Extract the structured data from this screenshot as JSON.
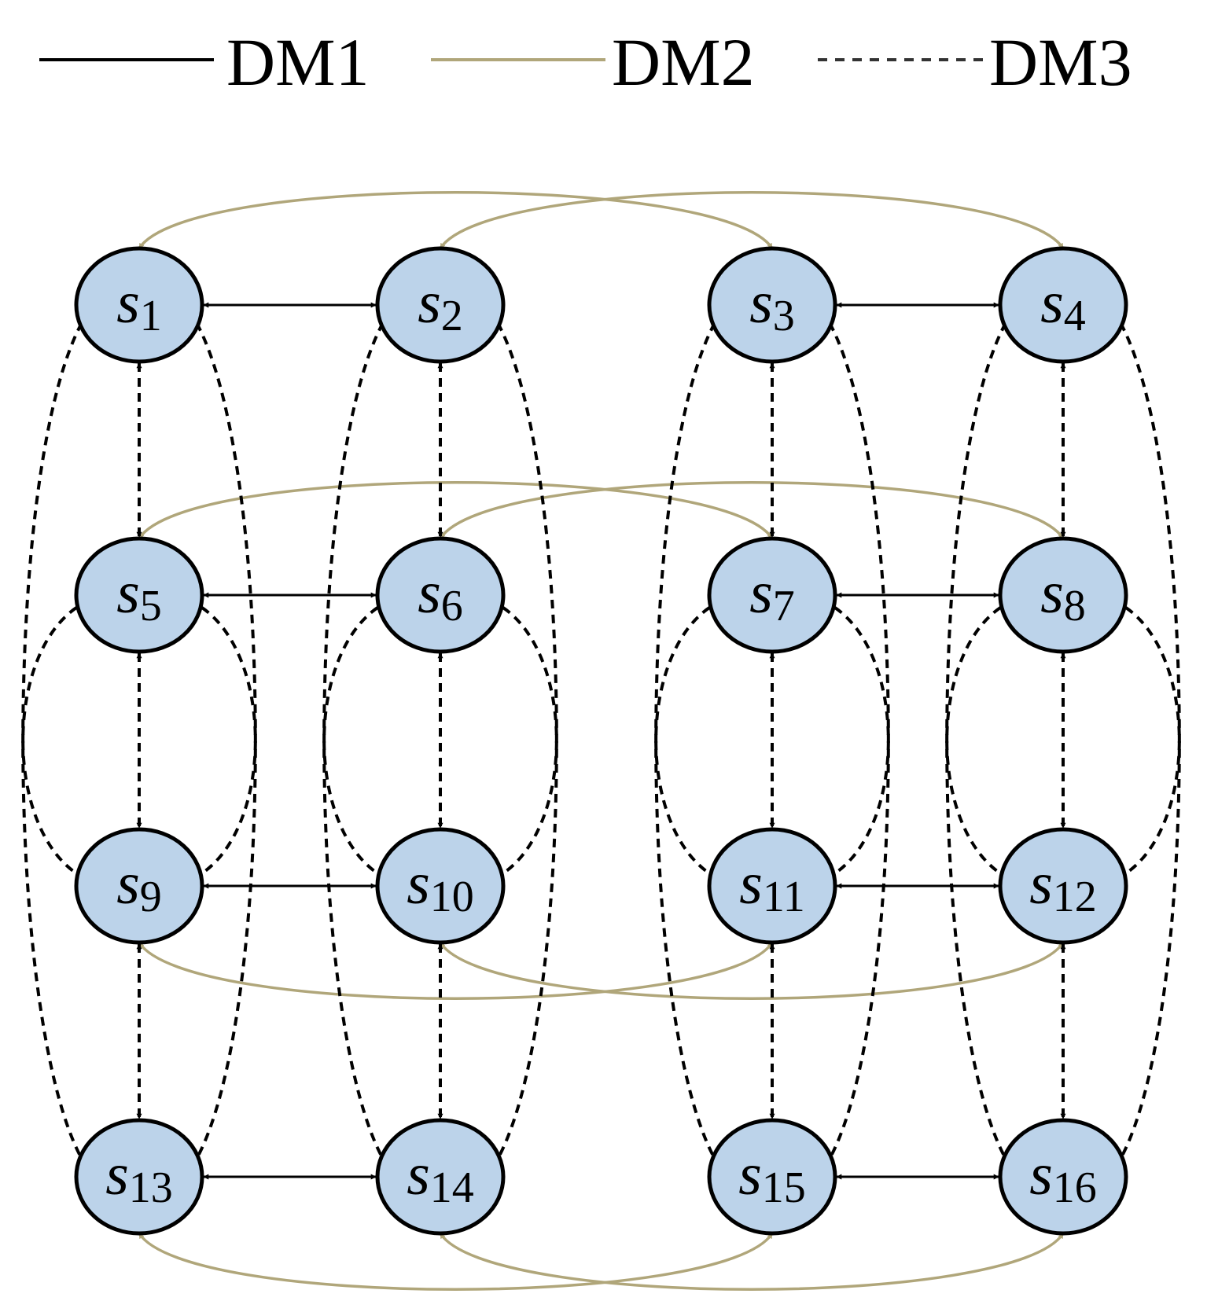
{
  "legend": [
    {
      "label": "DM1",
      "style": "solid",
      "color": "#000000"
    },
    {
      "label": "DM2",
      "style": "solid",
      "color": "#b0a67a"
    },
    {
      "label": "DM3",
      "style": "dashed",
      "color": "#333333"
    }
  ],
  "colors": {
    "node_fill": "#bcd3ea",
    "node_stroke": "#000000",
    "dm1": "#000000",
    "dm2": "#b0a67a",
    "dm3": "#000000"
  },
  "nodes": [
    {
      "id": "s1",
      "base": "s",
      "sub": "1"
    },
    {
      "id": "s2",
      "base": "s",
      "sub": "2"
    },
    {
      "id": "s3",
      "base": "s",
      "sub": "3"
    },
    {
      "id": "s4",
      "base": "s",
      "sub": "4"
    },
    {
      "id": "s5",
      "base": "s",
      "sub": "5"
    },
    {
      "id": "s6",
      "base": "s",
      "sub": "6"
    },
    {
      "id": "s7",
      "base": "s",
      "sub": "7"
    },
    {
      "id": "s8",
      "base": "s",
      "sub": "8"
    },
    {
      "id": "s9",
      "base": "s",
      "sub": "9"
    },
    {
      "id": "s10",
      "base": "s",
      "sub": "10"
    },
    {
      "id": "s11",
      "base": "s",
      "sub": "11"
    },
    {
      "id": "s12",
      "base": "s",
      "sub": "12"
    },
    {
      "id": "s13",
      "base": "s",
      "sub": "13"
    },
    {
      "id": "s14",
      "base": "s",
      "sub": "14"
    },
    {
      "id": "s15",
      "base": "s",
      "sub": "15"
    },
    {
      "id": "s16",
      "base": "s",
      "sub": "16"
    }
  ],
  "edges_dm1": [
    [
      "s1",
      "s2"
    ],
    [
      "s3",
      "s4"
    ],
    [
      "s5",
      "s6"
    ],
    [
      "s7",
      "s8"
    ],
    [
      "s9",
      "s10"
    ],
    [
      "s11",
      "s12"
    ],
    [
      "s13",
      "s14"
    ],
    [
      "s15",
      "s16"
    ]
  ],
  "edges_dm2": [
    [
      "s1",
      "s3"
    ],
    [
      "s2",
      "s4"
    ],
    [
      "s5",
      "s7"
    ],
    [
      "s6",
      "s8"
    ],
    [
      "s9",
      "s11"
    ],
    [
      "s10",
      "s12"
    ],
    [
      "s13",
      "s15"
    ],
    [
      "s14",
      "s16"
    ]
  ],
  "edges_dm3_vertical": [
    [
      "s1",
      "s5"
    ],
    [
      "s5",
      "s9"
    ],
    [
      "s9",
      "s13"
    ],
    [
      "s2",
      "s6"
    ],
    [
      "s6",
      "s10"
    ],
    [
      "s10",
      "s14"
    ],
    [
      "s3",
      "s7"
    ],
    [
      "s7",
      "s11"
    ],
    [
      "s11",
      "s15"
    ],
    [
      "s4",
      "s8"
    ],
    [
      "s8",
      "s12"
    ],
    [
      "s12",
      "s16"
    ]
  ],
  "edges_dm3_long": [
    [
      "s1",
      "s13"
    ],
    [
      "s2",
      "s14"
    ],
    [
      "s3",
      "s15"
    ],
    [
      "s4",
      "s16"
    ],
    [
      "s5",
      "s9"
    ],
    [
      "s6",
      "s10"
    ],
    [
      "s7",
      "s11"
    ],
    [
      "s8",
      "s12"
    ]
  ]
}
